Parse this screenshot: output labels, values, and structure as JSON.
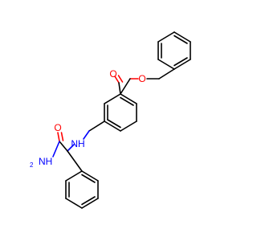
{
  "molecule": {
    "atom_labels": {
      "ester_carbonyl_o": "O",
      "ester_o": "O",
      "amide_o": "O",
      "amide_n": "NH",
      "amide_n_sub": "2",
      "amine_n": "NH"
    },
    "colors": {
      "carbon": "#000000",
      "oxygen": "#ff0000",
      "nitrogen": "#0000ff"
    }
  }
}
